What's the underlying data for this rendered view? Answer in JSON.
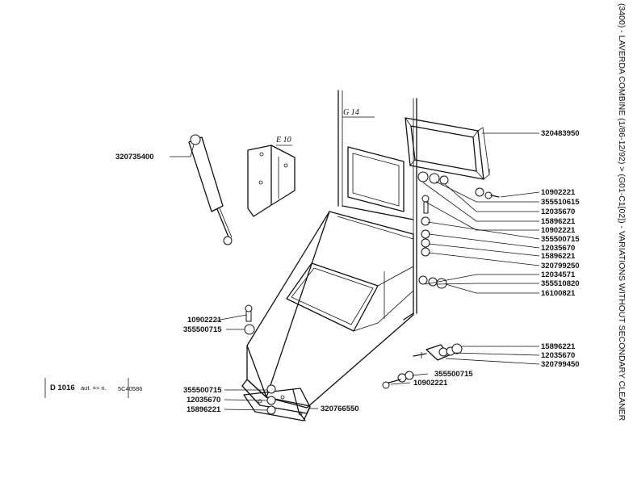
{
  "side_title": "(3400) - LAVERDA COMBINE (1/86-12/92) > (G01-C1[02]) - VARIATIONS WITHOUT SECONDARY CLEANER",
  "refs": {
    "g14": "G 14",
    "e10": "E 10"
  },
  "footnote": {
    "code": "D 1016",
    "text": "aut. => n.",
    "serial": "5C40586"
  },
  "part_labels": {
    "gas_spring": "320735400",
    "frame_glass": "320483950",
    "r1": "10902221",
    "r2": "355510615",
    "r3": "12035670",
    "r4": "15896221",
    "r5": "10902221",
    "r6": "355500715",
    "r7": "12035670",
    "r8": "15896221",
    "r9": "320799250",
    "r10": "12034571",
    "r11": "355510820",
    "r12": "16100821",
    "l1": "10902221",
    "l2": "355500715",
    "r13": "15896221",
    "r14": "12035670",
    "r15": "320799450",
    "r16": "355500715",
    "r17": "10902221",
    "b1": "355500715",
    "b2": "12035670",
    "b3": "15896221",
    "bracket": "320766550"
  }
}
